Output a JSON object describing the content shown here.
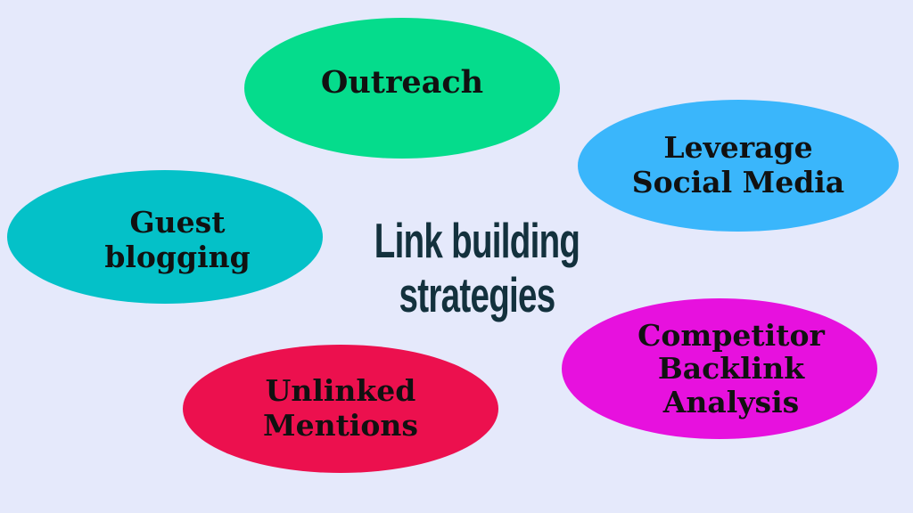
{
  "canvas": {
    "background": "#E5E9FB"
  },
  "title": {
    "text": "Link building strategies",
    "lines": [
      "Link building",
      "strategies"
    ],
    "color": "#13313D"
  },
  "ellipses": [
    {
      "name": "outreach",
      "label": "Outreach",
      "lines": [
        "Outreach"
      ],
      "fill": "#05DC8C",
      "text_color": "#111111"
    },
    {
      "name": "leverage-social-media",
      "label": "Leverage Social Media",
      "lines": [
        "Leverage",
        "Social Media"
      ],
      "fill": "#3AB6FB",
      "text_color": "#111111"
    },
    {
      "name": "guest-blogging",
      "label": "Guest blogging",
      "lines": [
        "Guest",
        "blogging"
      ],
      "fill": "#04C1C8",
      "text_color": "#111111"
    },
    {
      "name": "unlinked-mentions",
      "label": "Unlinked Mentions",
      "lines": [
        "Unlinked",
        "Mentions"
      ],
      "fill": "#EC104E",
      "text_color": "#111111"
    },
    {
      "name": "competitor-backlink-analysis",
      "label": "Competitor Backlink Analysis",
      "lines": [
        "Competitor",
        "Backlink",
        "Analysis"
      ],
      "fill": "#E711DE",
      "text_color": "#111111"
    }
  ]
}
